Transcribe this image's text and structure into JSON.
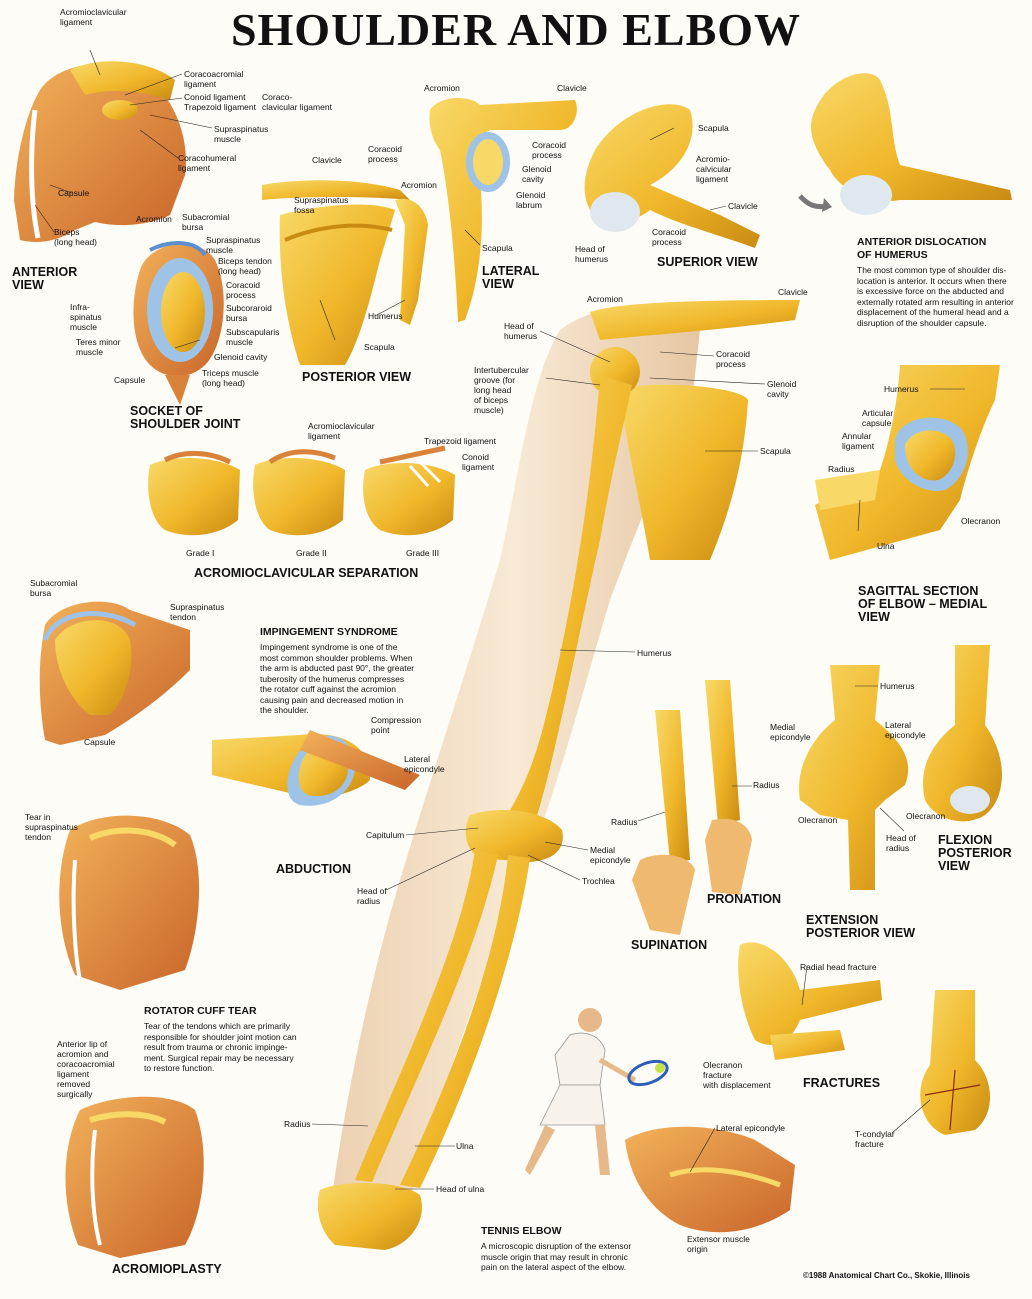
{
  "title": "SHOULDER AND ELBOW",
  "headings": [
    {
      "id": "anterior",
      "lines": [
        "ANTERIOR",
        "VIEW"
      ]
    },
    {
      "id": "socket",
      "lines": [
        "SOCKET OF",
        "SHOULDER JOINT"
      ]
    },
    {
      "id": "posterior",
      "lines": [
        "POSTERIOR VIEW"
      ]
    },
    {
      "id": "lateral",
      "lines": [
        "LATERAL",
        "VIEW"
      ]
    },
    {
      "id": "superior",
      "lines": [
        "SUPERIOR VIEW"
      ]
    },
    {
      "id": "ac-separation",
      "lines": [
        "ACROMIOCLAVICULAR SEPARATION"
      ]
    },
    {
      "id": "abduction",
      "lines": [
        "ABDUCTION"
      ]
    },
    {
      "id": "acromioplasty",
      "lines": [
        "ACROMIOPLASTY"
      ]
    },
    {
      "id": "sagittal",
      "lines": [
        "SAGITTAL SECTION",
        "OF ELBOW – MEDIAL",
        "VIEW"
      ]
    },
    {
      "id": "flexion",
      "lines": [
        "FLEXION",
        "POSTERIOR",
        "VIEW"
      ]
    },
    {
      "id": "extension",
      "lines": [
        "EXTENSION",
        "POSTERIOR VIEW"
      ]
    },
    {
      "id": "pronation",
      "lines": [
        "PRONATION"
      ]
    },
    {
      "id": "supination",
      "lines": [
        "SUPINATION"
      ]
    },
    {
      "id": "fractures",
      "lines": [
        "FRACTURES"
      ]
    }
  ],
  "paragraphs": [
    {
      "id": "dislocation",
      "heading": [
        "ANTERIOR DISLOCATION",
        "OF HUMERUS"
      ],
      "lines": [
        "The most common type of shoulder dis-",
        "location is anterior. It occurs when there",
        "is excessive force on the abducted and",
        "externally rotated arm resulting in anterior",
        "displacement of the humeral head and a",
        "disruption of the shoulder capsule."
      ]
    },
    {
      "id": "impingement",
      "heading": [
        "IMPINGEMENT SYNDROME"
      ],
      "lines": [
        "Impingement syndrome is one of the",
        "most common shoulder problems. When",
        "the arm is abducted past 90°, the greater",
        "tuberosity of the humerus compresses",
        "the rotator cuff against the acromion",
        "causing pain and decreased motion in",
        "the shoulder."
      ]
    },
    {
      "id": "rotator",
      "heading": [
        "ROTATOR CUFF TEAR"
      ],
      "lines": [
        "Tear of the tendons which are primarily",
        "responsible for shoulder joint motion can",
        "result from trauma or chronic impinge-",
        "ment. Surgical repair may be necessary",
        "to restore function."
      ]
    },
    {
      "id": "tennis",
      "heading": [
        "TENNIS ELBOW"
      ],
      "lines": [
        "A microscopic disruption of the extensor",
        "muscle origin that may result in chronic",
        "pain on the lateral aspect of the elbow."
      ]
    }
  ],
  "labels": [
    {
      "id": "a-acl",
      "lines": [
        "Acromioclavicular",
        "ligament"
      ]
    },
    {
      "id": "a-cal",
      "lines": [
        "Coracoacromial",
        "ligament"
      ]
    },
    {
      "id": "a-conoid",
      "lines": [
        "Conoid ligament"
      ]
    },
    {
      "id": "a-trap",
      "lines": [
        "Trapezoid ligament"
      ]
    },
    {
      "id": "a-ccl",
      "lines": [
        "Coraco-",
        "clavicular ligament"
      ]
    },
    {
      "id": "a-supra",
      "lines": [
        "Supraspinatus",
        "muscle"
      ]
    },
    {
      "id": "a-chl",
      "lines": [
        "Coracohumeral",
        "ligament"
      ]
    },
    {
      "id": "a-caps",
      "lines": [
        "Capsule"
      ]
    },
    {
      "id": "a-biceps",
      "lines": [
        "Biceps",
        "(long head)"
      ]
    },
    {
      "id": "s-acrom",
      "lines": [
        "Acromion"
      ]
    },
    {
      "id": "s-bursa",
      "lines": [
        "Subacromial",
        "bursa"
      ]
    },
    {
      "id": "s-supra",
      "lines": [
        "Supraspinatus",
        "muscle"
      ]
    },
    {
      "id": "s-biceps",
      "lines": [
        "Biceps tendon",
        "(long head)"
      ]
    },
    {
      "id": "s-corac",
      "lines": [
        "Coracoid",
        "process"
      ]
    },
    {
      "id": "s-subcor",
      "lines": [
        "Subcoraroid",
        "bursa"
      ]
    },
    {
      "id": "s-subscap",
      "lines": [
        "Subscapularis",
        "muscle"
      ]
    },
    {
      "id": "s-infra",
      "lines": [
        "Infra-",
        "spinatus",
        "muscle"
      ]
    },
    {
      "id": "s-teres",
      "lines": [
        "Teres minor",
        "muscle"
      ]
    },
    {
      "id": "s-glen",
      "lines": [
        "Glenoid cavity"
      ]
    },
    {
      "id": "s-caps",
      "lines": [
        "Capsule"
      ]
    },
    {
      "id": "s-tric",
      "lines": [
        "Triceps muscle",
        "(long head)"
      ]
    },
    {
      "id": "p-clav",
      "lines": [
        "Clavicle"
      ]
    },
    {
      "id": "p-corac",
      "lines": [
        "Coracoid",
        "process"
      ]
    },
    {
      "id": "p-fossa",
      "lines": [
        "Supraspinatus",
        "fossa"
      ]
    },
    {
      "id": "p-acrom",
      "lines": [
        "Acromion"
      ]
    },
    {
      "id": "p-hum",
      "lines": [
        "Humerus"
      ]
    },
    {
      "id": "p-scap",
      "lines": [
        "Scapula"
      ]
    },
    {
      "id": "l-acrom",
      "lines": [
        "Acromion"
      ]
    },
    {
      "id": "l-clav",
      "lines": [
        "Clavicle"
      ]
    },
    {
      "id": "l-corac",
      "lines": [
        "Coracoid",
        "process"
      ]
    },
    {
      "id": "l-glen",
      "lines": [
        "Glenoid",
        "cavity"
      ]
    },
    {
      "id": "l-lab",
      "lines": [
        "Glenoid",
        "labrum"
      ]
    },
    {
      "id": "l-scap",
      "lines": [
        "Scapula"
      ]
    },
    {
      "id": "u-scap",
      "lines": [
        "Scapula"
      ]
    },
    {
      "id": "u-acl",
      "lines": [
        "Acromio-",
        "calvicular",
        "ligament"
      ]
    },
    {
      "id": "u-clav",
      "lines": [
        "Clavicle"
      ]
    },
    {
      "id": "u-head",
      "lines": [
        "Head of",
        "humerus"
      ]
    },
    {
      "id": "u-corac",
      "lines": [
        "Coracoid",
        "process"
      ]
    },
    {
      "id": "c-acl",
      "lines": [
        "Acromioclavicular",
        "ligament"
      ]
    },
    {
      "id": "c-trap",
      "lines": [
        "Trapezoid ligament"
      ]
    },
    {
      "id": "c-conoid",
      "lines": [
        "Conoid",
        "ligament"
      ]
    },
    {
      "id": "c-g1",
      "lines": [
        "Grade I"
      ]
    },
    {
      "id": "c-g2",
      "lines": [
        "Grade II"
      ]
    },
    {
      "id": "c-g3",
      "lines": [
        "Grade III"
      ]
    },
    {
      "id": "m-acrom",
      "lines": [
        "Acromion"
      ]
    },
    {
      "id": "m-clav",
      "lines": [
        "Clavicle"
      ]
    },
    {
      "id": "m-head",
      "lines": [
        "Head of",
        "humerus"
      ]
    },
    {
      "id": "m-corac",
      "lines": [
        "Coracoid",
        "process"
      ]
    },
    {
      "id": "m-glen",
      "lines": [
        "Glenoid",
        "cavity"
      ]
    },
    {
      "id": "m-groove",
      "lines": [
        "Intertubercular",
        "groove (for",
        "long head",
        "of biceps",
        "muscle)"
      ]
    },
    {
      "id": "m-scap",
      "lines": [
        "Scapula"
      ]
    },
    {
      "id": "m-hum",
      "lines": [
        "Humerus"
      ]
    },
    {
      "id": "m-latepi",
      "lines": [
        "Lateral",
        "epicondyle"
      ]
    },
    {
      "id": "m-capit",
      "lines": [
        "Capitulum"
      ]
    },
    {
      "id": "m-medepi",
      "lines": [
        "Medial",
        "epicondyle"
      ]
    },
    {
      "id": "m-troch",
      "lines": [
        "Trochlea"
      ]
    },
    {
      "id": "m-hrad",
      "lines": [
        "Head of",
        "radius"
      ]
    },
    {
      "id": "m-radius",
      "lines": [
        "Radius"
      ]
    },
    {
      "id": "m-ulna",
      "lines": [
        "Ulna"
      ]
    },
    {
      "id": "m-hulna",
      "lines": [
        "Head of ulna"
      ]
    },
    {
      "id": "i-bursa",
      "lines": [
        "Subacromial",
        "bursa"
      ]
    },
    {
      "id": "i-tendon",
      "lines": [
        "Supraspinatus",
        "tendon"
      ]
    },
    {
      "id": "i-caps",
      "lines": [
        "Capsule"
      ]
    },
    {
      "id": "i-comp",
      "lines": [
        "Compression",
        "point"
      ]
    },
    {
      "id": "r-tear",
      "lines": [
        "Tear in",
        "supraspinatus",
        "tendon"
      ]
    },
    {
      "id": "r-lip",
      "lines": [
        "Anterior lip of",
        "acromion and",
        "coracoacromial",
        "ligament",
        "removed",
        "surgically"
      ]
    },
    {
      "id": "e-hum",
      "lines": [
        "Humerus"
      ]
    },
    {
      "id": "e-artic",
      "lines": [
        "Articular",
        "capsule"
      ]
    },
    {
      "id": "e-annul",
      "lines": [
        "Annular",
        "ligament"
      ]
    },
    {
      "id": "e-radius",
      "lines": [
        "Radius"
      ]
    },
    {
      "id": "e-olec",
      "lines": [
        "Olecranon"
      ]
    },
    {
      "id": "e-ulna",
      "lines": [
        "Ulna"
      ]
    },
    {
      "id": "x-hum",
      "lines": [
        "Humerus"
      ]
    },
    {
      "id": "x-medepi",
      "lines": [
        "Medial",
        "epicondyle"
      ]
    },
    {
      "id": "x-latepi",
      "lines": [
        "Lateral",
        "epicondyle"
      ]
    },
    {
      "id": "x-olec1",
      "lines": [
        "Olecranon"
      ]
    },
    {
      "id": "x-olec2",
      "lines": [
        "Olecranon"
      ]
    },
    {
      "id": "x-hrad",
      "lines": [
        "Head of",
        "radius"
      ]
    },
    {
      "id": "f-radius",
      "lines": [
        "Radius"
      ]
    },
    {
      "id": "f-radius2",
      "lines": [
        "Radius"
      ]
    },
    {
      "id": "t-latepi",
      "lines": [
        "Lateral epicondyle"
      ]
    },
    {
      "id": "t-ext",
      "lines": [
        "Extensor muscle",
        "origin"
      ]
    },
    {
      "id": "k-radhead",
      "lines": [
        "Radial head fracture"
      ]
    },
    {
      "id": "k-olec",
      "lines": [
        "Olecranon",
        "fracture",
        "with displacement"
      ]
    },
    {
      "id": "k-tcond",
      "lines": [
        "T-condylar",
        "fracture"
      ]
    }
  ],
  "copyright": "©1988 Anatomical Chart Co., Skokie, Illinois",
  "colors": {
    "bone": "#f0b72a",
    "bone_light": "#f8d968",
    "bone_dark": "#c98a12",
    "muscle": "#d9823a",
    "skin": "#f6e2c8",
    "cartilage": "#9fc3e6",
    "ink": "#111111"
  }
}
